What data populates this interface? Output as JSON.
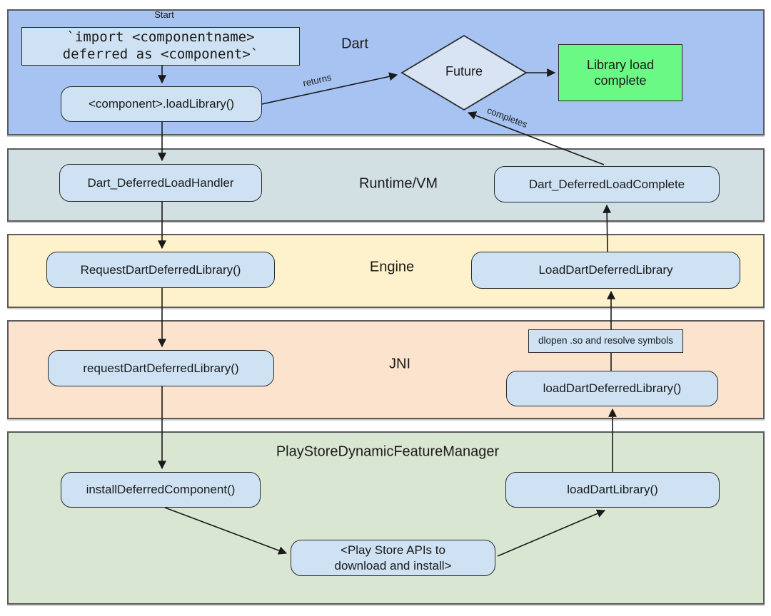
{
  "lanes": [
    {
      "label": "Dart"
    },
    {
      "label": "Runtime/VM"
    },
    {
      "label": "Engine"
    },
    {
      "label": "JNI"
    },
    {
      "label": "PlayStoreDynamicFeatureManager"
    }
  ],
  "nodes": {
    "start": "Start",
    "import_statement": "`import <componentname>\ndeferred as <component>`",
    "load_library_call": "<component>.loadLibrary()",
    "future_decision": "Future",
    "library_load_complete": "Library load\ncomplete",
    "dart_deferred_load_handler": "Dart_DeferredLoadHandler",
    "dart_deferred_load_complete": "Dart_DeferredLoadComplete",
    "request_dart_deferred_library_engine": "RequestDartDeferredLibrary()",
    "load_dart_deferred_library_engine": "LoadDartDeferredLibrary",
    "request_dart_deferred_library_jni": "requestDartDeferredLibrary()",
    "dlopen_note": "dlopen .so and resolve symbols",
    "load_dart_deferred_library_jni": "loadDartDeferredLibrary()",
    "install_deferred_component": "installDeferredComponent()",
    "load_dart_library": "loadDartLibrary()",
    "play_store_apis": "<Play Store APIs to\ndownload and install>"
  },
  "edge_labels": {
    "returns": "returns",
    "completes": "completes"
  },
  "colors": {
    "dart_band": "#a6c3f2",
    "runtime_band": "#d2dfe3",
    "engine_band": "#fdf2cb",
    "jni_band": "#fbe3cd",
    "playstore_band": "#d9e6d2",
    "node_fill": "#cfe2f3",
    "diamond_fill": "#d8e4f3",
    "success_fill": "#6bf985",
    "band_border": "#5b5b5b",
    "node_border": "#2a2a2a",
    "arrow": "#1a1a1a"
  }
}
